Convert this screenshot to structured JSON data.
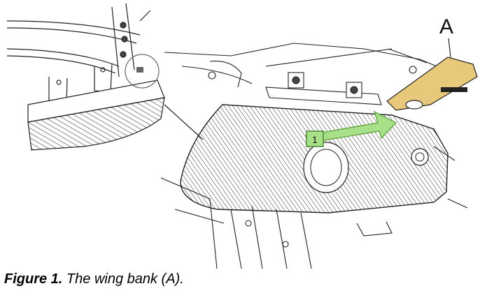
{
  "figure": {
    "part_letter": "A",
    "callout_number": "1",
    "colors": {
      "bracket_fill": "#e8c87a",
      "arrow_fill": "#a8e08a",
      "arrow_stroke": "#5aa03a",
      "line": "#222222"
    }
  },
  "caption": {
    "label": "Figure 1.",
    "text": "The wing bank (A)."
  }
}
